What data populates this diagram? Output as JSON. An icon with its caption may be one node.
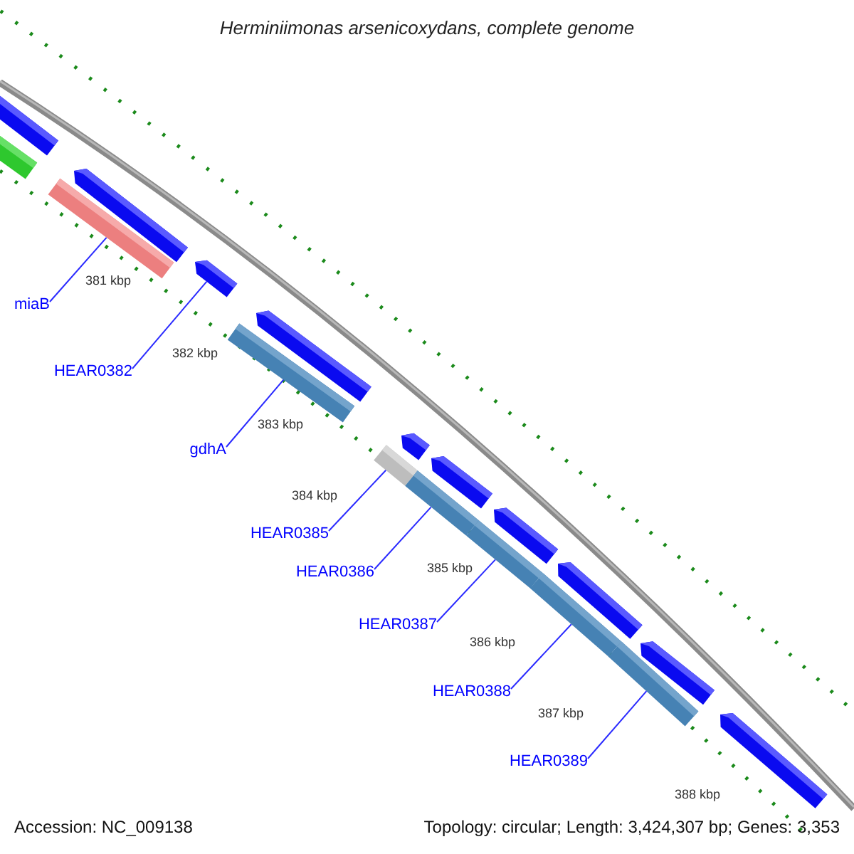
{
  "diagram": {
    "title": "Herminiimonas arsenicoxydans, complete genome",
    "nodes": [
      {
        "text": [
          "miaB"
        ]
      },
      {
        "text": [
          "HEAR0382"
        ]
      },
      {
        "text": [
          "gdhA"
        ]
      },
      {
        "text": [
          "HEAR0385"
        ]
      },
      {
        "text": [
          "HEAR0386"
        ]
      },
      {
        "text": [
          "HEAR0387"
        ]
      },
      {
        "text": [
          "HEAR0388"
        ]
      },
      {
        "text": [
          "HEAR0389"
        ]
      },
      {
        "text": [],
        "shape": "bar"
      },
      {
        "text": [],
        "shape": "pentagon"
      },
      {
        "text": [],
        "shape": "bar"
      },
      {
        "text": [],
        "shape": "bar"
      },
      {
        "text": [],
        "shape": "bar"
      },
      {
        "text": [],
        "shape": "bar"
      },
      {
        "text": [],
        "shape": "bar"
      },
      {
        "text": [],
        "shape": "bar"
      }
    ],
    "edges": [
      {
        "from": 0,
        "to": 8,
        "arrow": "none"
      },
      {
        "from": 1,
        "to": 9,
        "arrow": "none"
      },
      {
        "from": 2,
        "to": 10,
        "arrow": "none"
      },
      {
        "from": 3,
        "to": 11,
        "arrow": "none"
      },
      {
        "from": 4,
        "to": 12,
        "arrow": "none"
      },
      {
        "from": 5,
        "to": 13,
        "arrow": "none"
      },
      {
        "from": 6,
        "to": 14,
        "arrow": "none"
      },
      {
        "from": 7,
        "to": 15,
        "arrow": "none"
      }
    ],
    "labels": [
      "381 kbp",
      "382 kbp",
      "383 kbp",
      "384 kbp",
      "385 kbp",
      "386 kbp",
      "387 kbp",
      "388 kbp",
      "Accession: NC_009138",
      "Topology: circular; Length: 3,424,307 bp; Genes: 3,353"
    ]
  }
}
